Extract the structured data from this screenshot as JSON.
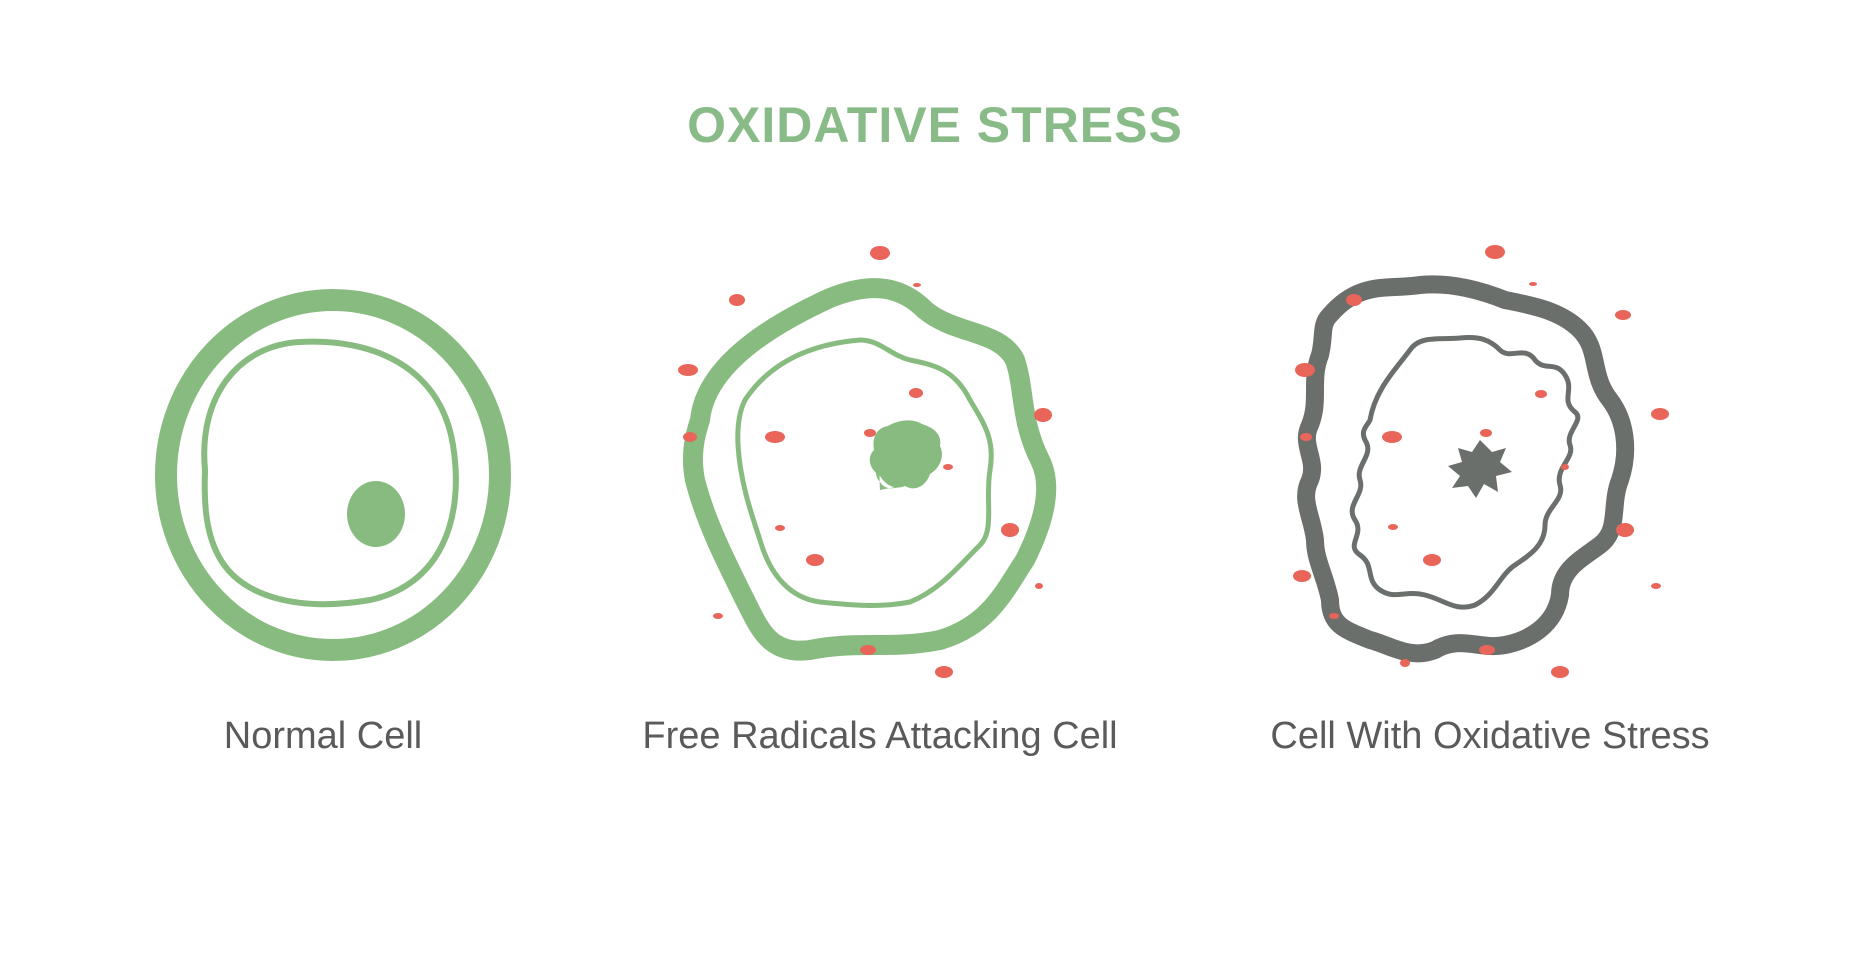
{
  "title": "OXIDATIVE STRESS",
  "colors": {
    "title": "#88bb88",
    "healthy_cell": "#88bb7f",
    "damaged_cell": "#6b6f6c",
    "free_radical": "#e96459",
    "caption_text": "#5a5a5a",
    "background": "#ffffff"
  },
  "panels": [
    {
      "caption": "Normal Cell",
      "state": "healthy"
    },
    {
      "caption": "Free Radicals Attacking Cell",
      "state": "under-attack"
    },
    {
      "caption": "Cell With Oxidative Stress",
      "state": "damaged"
    }
  ]
}
